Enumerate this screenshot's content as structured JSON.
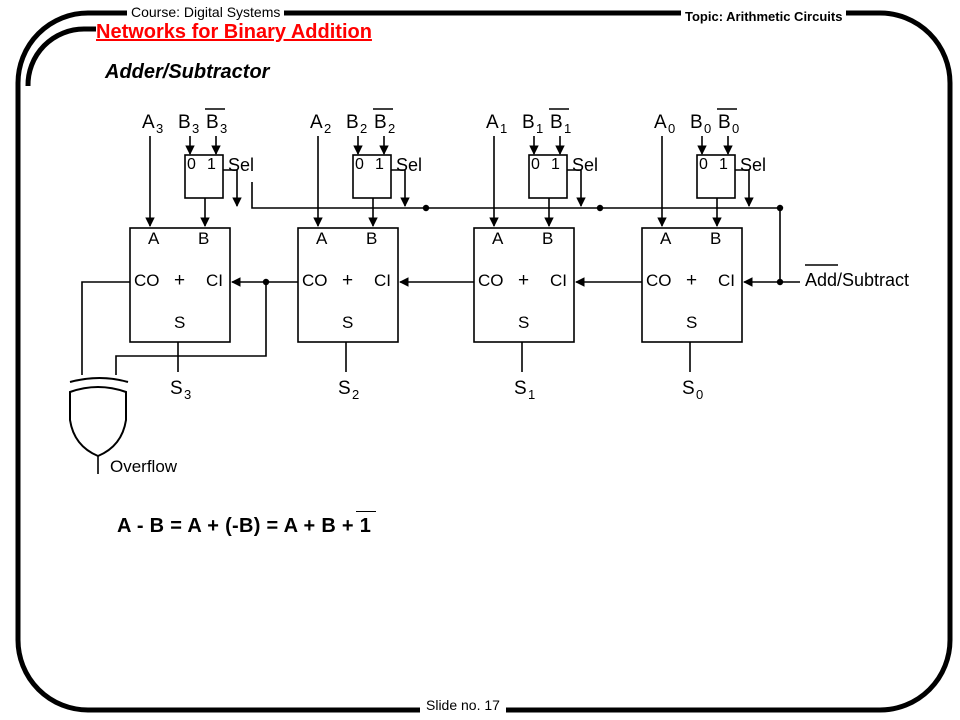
{
  "header": {
    "course": "Course: Digital Systems",
    "topic": "Topic: Arithmetic Circuits",
    "slide": "Slide no. 17"
  },
  "title": "Networks for Binary Addition",
  "subtitle": "Adder/Subtractor",
  "colors": {
    "title": "#ff0000",
    "lines": "#000000",
    "background": "#ffffff"
  },
  "circuit": {
    "bits": [
      {
        "a_letter": "A",
        "a_sub": "3",
        "b_letter": "B",
        "b_sub": "3",
        "bn_letter": "B",
        "bn_sub": "3",
        "sum_letter": "S",
        "sum_sub": "3"
      },
      {
        "a_letter": "A",
        "a_sub": "2",
        "b_letter": "B",
        "b_sub": "2",
        "bn_letter": "B",
        "bn_sub": "2",
        "sum_letter": "S",
        "sum_sub": "2"
      },
      {
        "a_letter": "A",
        "a_sub": "1",
        "b_letter": "B",
        "b_sub": "1",
        "bn_letter": "B",
        "bn_sub": "1",
        "sum_letter": "S",
        "sum_sub": "1"
      },
      {
        "a_letter": "A",
        "a_sub": "0",
        "b_letter": "B",
        "b_sub": "0",
        "bn_letter": "B",
        "bn_sub": "0",
        "sum_letter": "S",
        "sum_sub": "0"
      }
    ],
    "mux": {
      "in0": "0",
      "in1": "1",
      "sel": "Sel"
    },
    "adder": {
      "a": "A",
      "b": "B",
      "co": "CO",
      "plus": "+",
      "ci": "CI",
      "s": "S"
    },
    "control": {
      "add": "Add",
      "rest": "/Subtract"
    },
    "overflow": "Overflow"
  },
  "equation": "A - B = A + (-B) = A + B + 1"
}
